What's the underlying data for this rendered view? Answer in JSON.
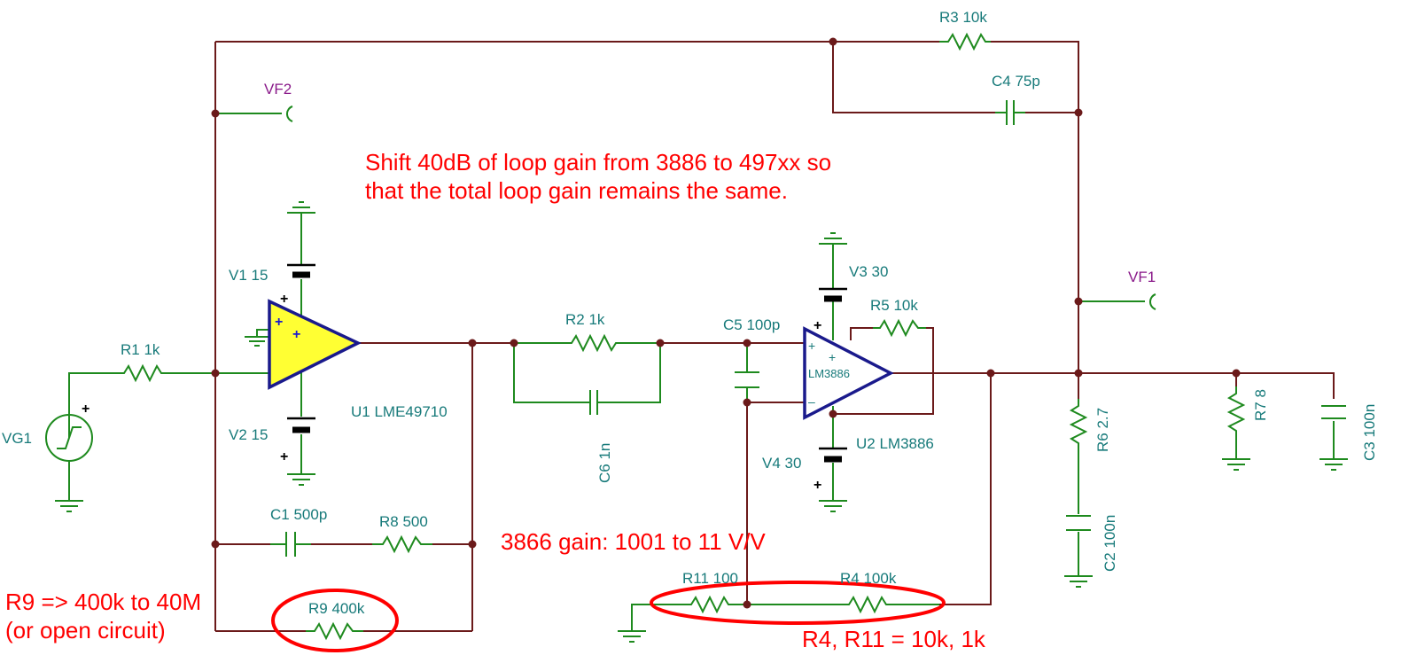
{
  "components": {
    "r1": "R1 1k",
    "r2": "R2 1k",
    "r3": "R3 10k",
    "r4": "R4 100k",
    "r5": "R5 10k",
    "r6": "R6 2.7",
    "r7": "R7 8",
    "r8": "R8 500",
    "r9": "R9 400k",
    "r11": "R11 100",
    "c1": "C1 500p",
    "c2": "C2 100n",
    "c3": "C3 100n",
    "c4": "C4 75p",
    "c5": "C5 100p",
    "c6": "C6 1n",
    "v1": "V1 15",
    "v2": "V2 15",
    "v3": "V3 30",
    "v4": "V4 30",
    "vg1": "VG1",
    "u1": "U1 LME49710",
    "u2": "U2 LM3886",
    "u2_body": "LM3886",
    "vf1": "VF1",
    "vf2": "VF2"
  },
  "notes": {
    "shift_line1": "Shift 40dB of loop gain from 3886 to 497xx so",
    "shift_line2": "that the total loop gain remains the same.",
    "gain_3866": "3866 gain: 1001 to 11 V/V",
    "r9_line1": "R9 => 400k to 40M",
    "r9_line2": "(or open circuit)",
    "r4_r11": "R4, R11 = 10k, 1k"
  },
  "symbols": {
    "plus": "+",
    "minus": "–"
  },
  "colors": {
    "wire": "#6b1a1a",
    "component": "#1e8a1e",
    "label": "#177a7a",
    "probe": "#8a1a8a",
    "note": "#ff0000",
    "opamp1_fill": "#ffff33",
    "opamp_outline": "#1a1a8c"
  }
}
